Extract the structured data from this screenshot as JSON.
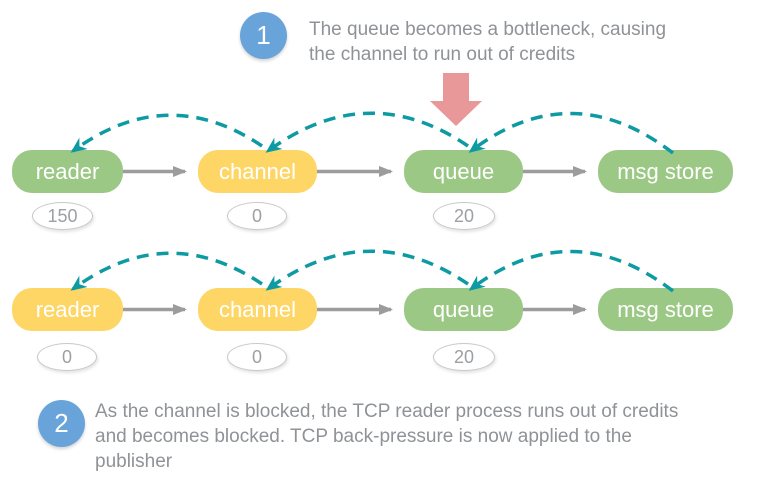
{
  "colors": {
    "node_ok": "#9cc885",
    "node_blocked": "#fdd666",
    "credit_flow": "#0e9aa3",
    "step_badge": "#68a4d9",
    "bottleneck": "#e99899",
    "flow_arrow": "#9c9c9c",
    "note_text": "#8f9296"
  },
  "steps": [
    {
      "number": "1",
      "lines": [
        "The queue becomes a bottleneck, causing",
        "the channel to run out of credits"
      ]
    },
    {
      "number": "2",
      "lines": [
        "As the channel is blocked, the TCP reader process runs out of credits",
        "and becomes blocked. TCP back-pressure is now applied to the",
        "publisher"
      ]
    }
  ],
  "rows": [
    {
      "nodes": [
        {
          "label": "reader",
          "state": "ok",
          "credits": "150"
        },
        {
          "label": "channel",
          "state": "blocked",
          "credits": "0"
        },
        {
          "label": "queue",
          "state": "ok",
          "credits": "20"
        },
        {
          "label": "msg store",
          "state": "ok"
        }
      ]
    },
    {
      "nodes": [
        {
          "label": "reader",
          "state": "blocked",
          "credits": "0"
        },
        {
          "label": "channel",
          "state": "blocked",
          "credits": "0"
        },
        {
          "label": "queue",
          "state": "ok",
          "credits": "20"
        },
        {
          "label": "msg store",
          "state": "ok"
        }
      ]
    }
  ]
}
